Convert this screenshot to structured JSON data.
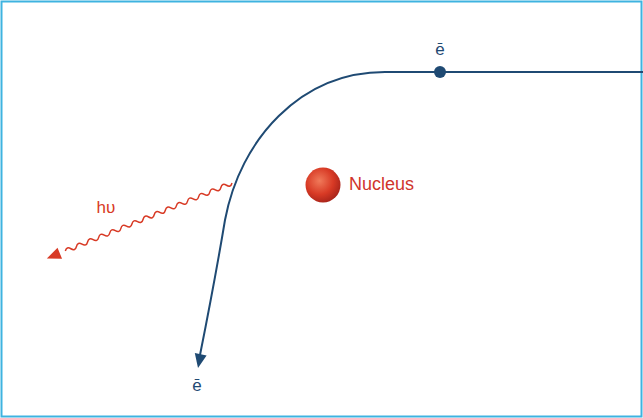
{
  "diagram": {
    "nodes": [
      {
        "text": [
          "Nucleus"
        ]
      }
    ],
    "labels": [
      "ē",
      "ē",
      "hυ"
    ]
  }
}
